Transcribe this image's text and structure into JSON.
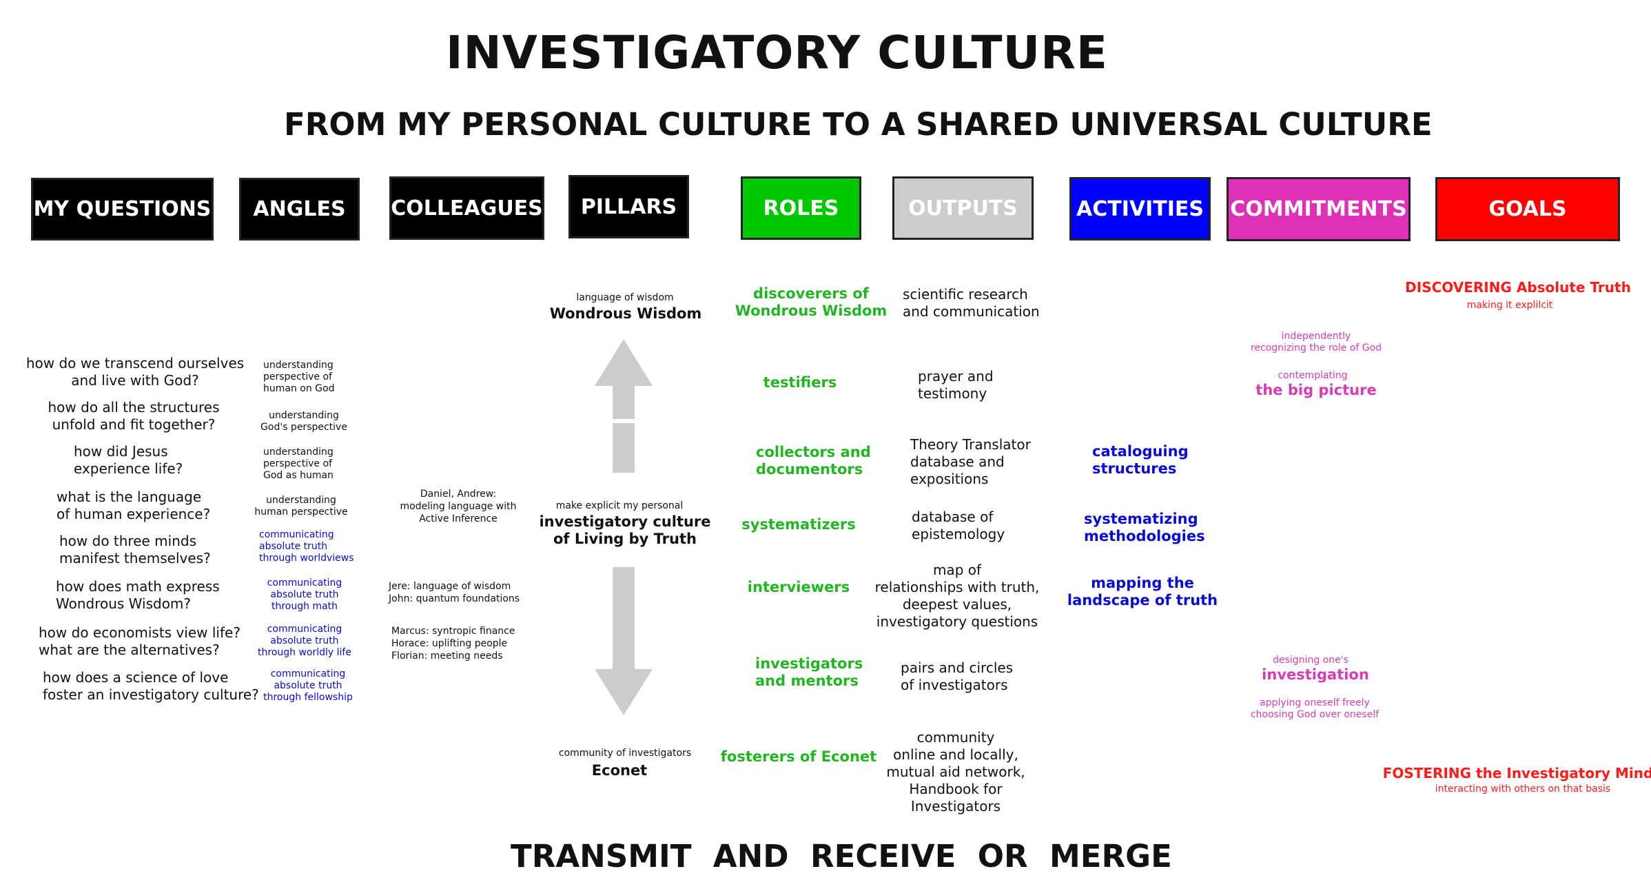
{
  "title": "INVESTIGATORY CULTURE",
  "subtitle": "FROM MY PERSONAL CULTURE TO A SHARED UNIVERSAL CULTURE",
  "footer": "TRANSMIT  AND  RECEIVE  OR  MERGE",
  "colors": {
    "roles": "#00c800",
    "outputs": "#cccccc",
    "activities": "#0000ff",
    "commitments": "#e030b8",
    "goals": "#ff0000",
    "dark": "#000000",
    "arrow": "#cccccc"
  },
  "headers": {
    "questions": "MY QUESTIONS",
    "angles": "ANGLES",
    "colleagues": "COLLEAGUES",
    "pillars": "PILLARS",
    "roles": "ROLES",
    "outputs": "OUTPUTS",
    "activities": "ACTIVITIES",
    "commitments": "COMMITMENTS",
    "goals": "GOALS"
  },
  "questions": [
    "how do we transcend ourselves\nand live with God?",
    "how do all the structures\nunfold and fit together?",
    "how did Jesus\nexperience life?",
    "what is the language\nof human experience?",
    "how do three minds\nmanifest themselves?",
    "how does math express\nWondrous Wisdom?",
    "how do economists view life?\nwhat are the alternatives?",
    "how does a science of love\nfoster an investigatory culture?"
  ],
  "angles": [
    "understanding\nperspective of\nhuman on God",
    "understanding\nGod's perspective",
    "understanding\nperspective of\nGod as human",
    "understanding\nhuman perspective",
    "communicating\nabsolute truth\nthrough worldviews",
    "communicating\nabsolute truth\nthrough math",
    "communicating\nabsolute truth\nthrough worldly life",
    "communicating\nabsolute truth\nthrough fellowship"
  ],
  "colleagues": [
    "Daniel, Andrew:\nmodeling language with\nActive Inference",
    "Jere: language of wisdom\nJohn: quantum foundations",
    "Marcus: syntropic finance\nHorace: uplifting people\nFlorian: meeting needs"
  ],
  "pillars": {
    "top_small": "language of wisdom",
    "top_main": "Wondrous Wisdom",
    "mid_small": "make explicit my personal",
    "mid_main": "investigatory culture\nof Living by Truth",
    "bottom_small": "community of investigators",
    "bottom_main": "Econet"
  },
  "roles": [
    "discoverers of\nWondrous Wisdom",
    "testifiers",
    "collectors and\ndocumentors",
    "systematizers",
    "interviewers",
    "investigators\nand mentors",
    "fosterers of Econet"
  ],
  "outputs": [
    "scientific research\nand communication",
    "prayer and\ntestimony",
    "Theory Translator\ndatabase and\nexpositions",
    "database of\nepistemology",
    "map of\nrelationships with truth,\ndeepest values,\ninvestigatory questions",
    "pairs and circles\nof investigators",
    "community\nonline and locally,\nmutual aid network,\nHandbook for\nInvestigators"
  ],
  "activities": [
    "cataloguing\nstructures",
    "systematizing\nmethodologies",
    "mapping the\nlandscape of truth"
  ],
  "commitments": {
    "c1_small": "independently\nrecognizing the role of God",
    "c2_small": "contemplating",
    "c2_big": "the big picture",
    "c3_small": "designing one's",
    "c3_big": "investigation",
    "c4_small": "applying oneself freely\nchoosing God over oneself"
  },
  "goals": {
    "g1_big": "DISCOVERING Absolute Truth",
    "g1_small": "making it explilcit",
    "g2_big": "FOSTERING the Investigatory Mind",
    "g2_small": "interacting with others on that basis"
  }
}
